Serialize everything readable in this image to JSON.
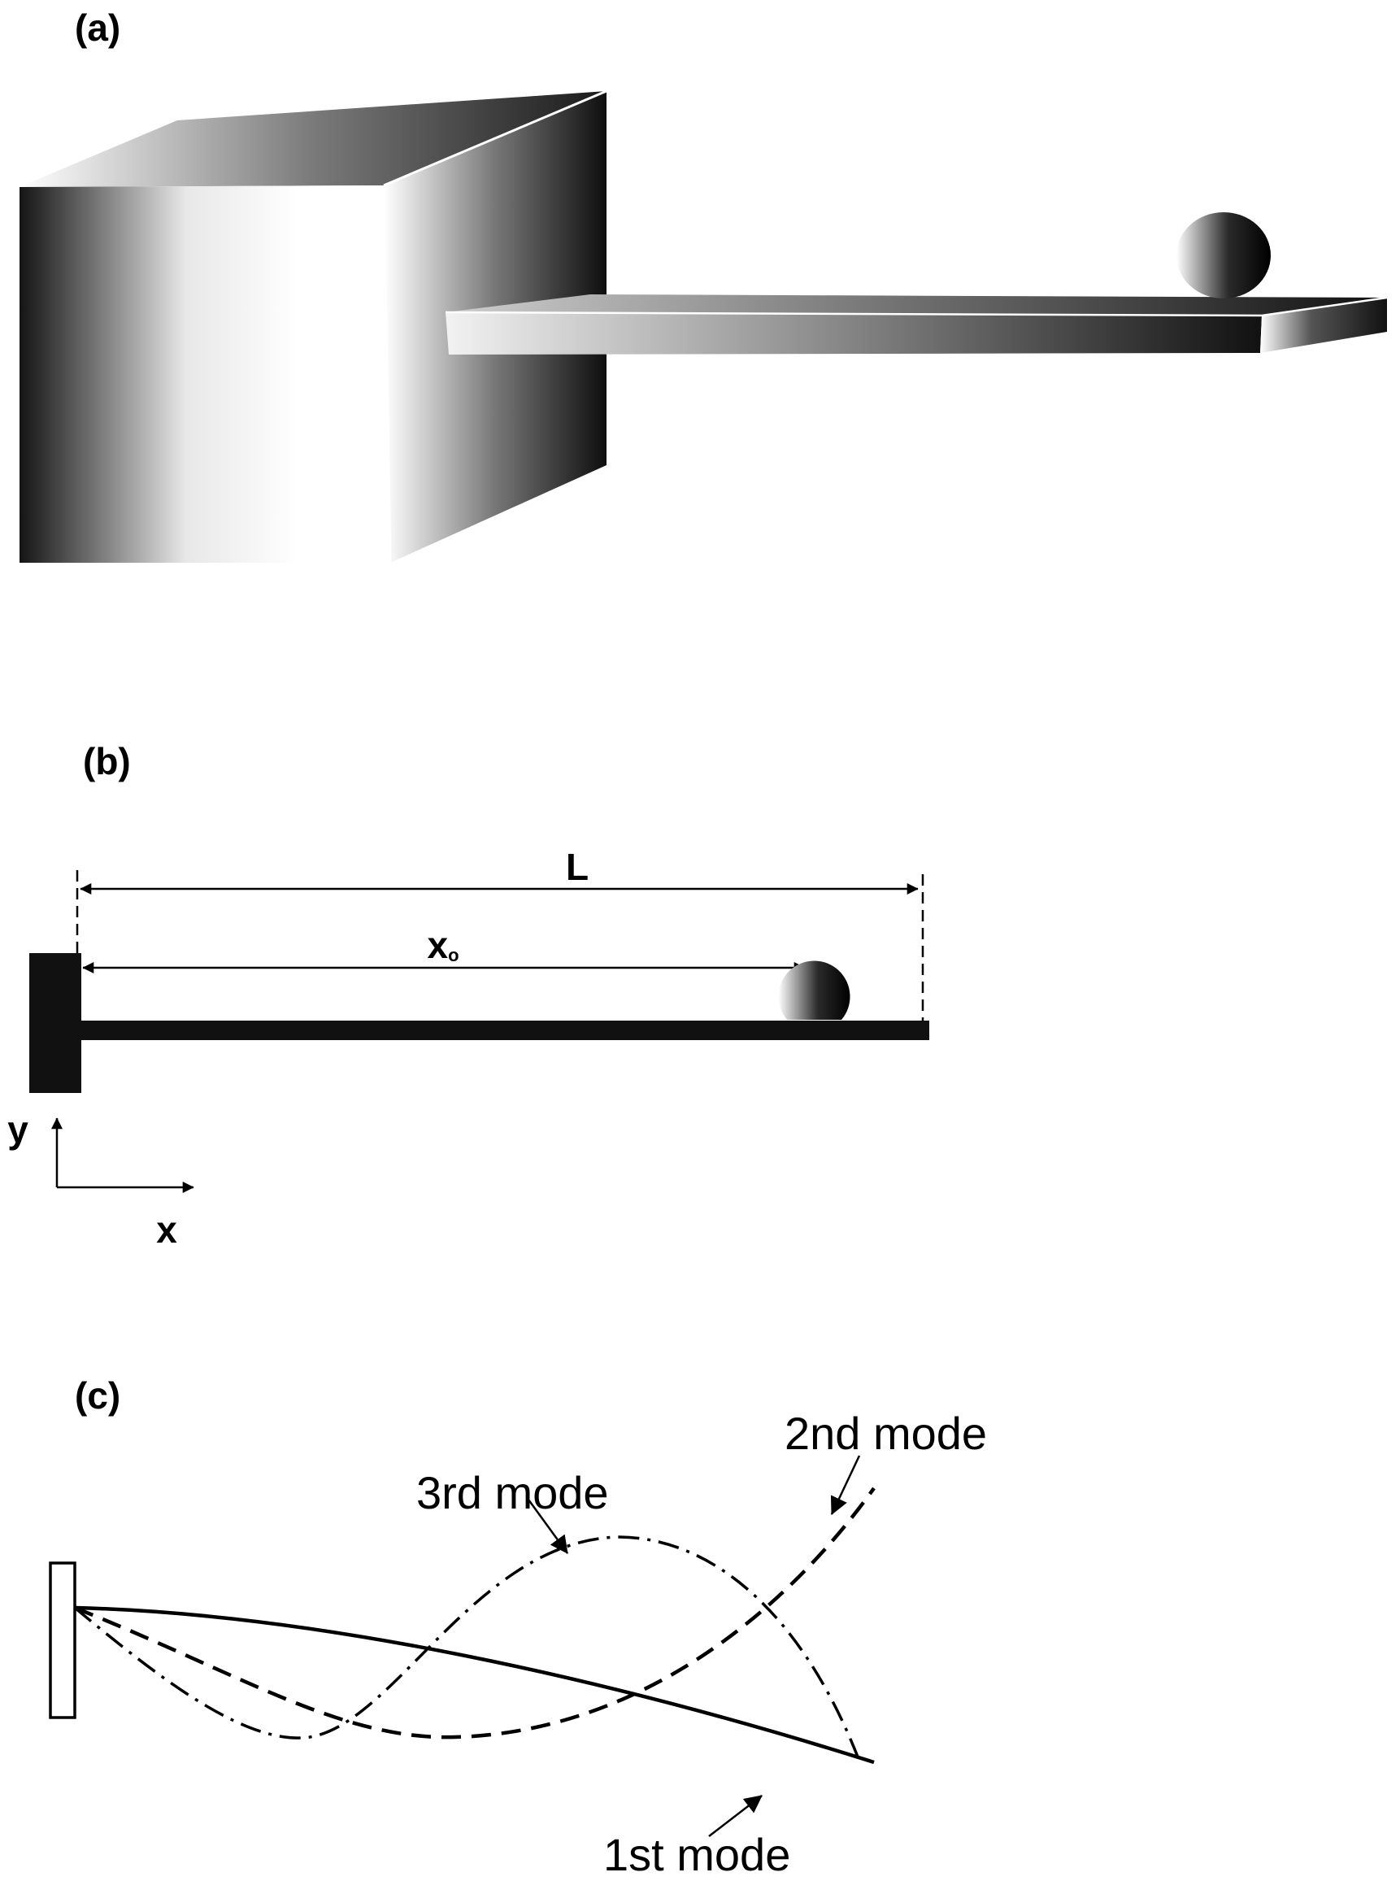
{
  "panels": {
    "a": {
      "label": "(a)"
    },
    "b": {
      "label": "(b)",
      "length_label": "L",
      "position_label_main": "x",
      "position_label_sub": "o",
      "y_axis_label": "y",
      "x_axis_label": "x"
    },
    "c": {
      "label": "(c)",
      "modes": [
        {
          "label": "1st mode",
          "line_style": "solid"
        },
        {
          "label": "2nd mode",
          "line_style": "dashed"
        },
        {
          "label": "3rd mode",
          "line_style": "dash-dot"
        }
      ]
    }
  },
  "colors": {
    "ink": "#000000",
    "dark_gradient": "#111111",
    "light_gradient": "#ffffff"
  }
}
